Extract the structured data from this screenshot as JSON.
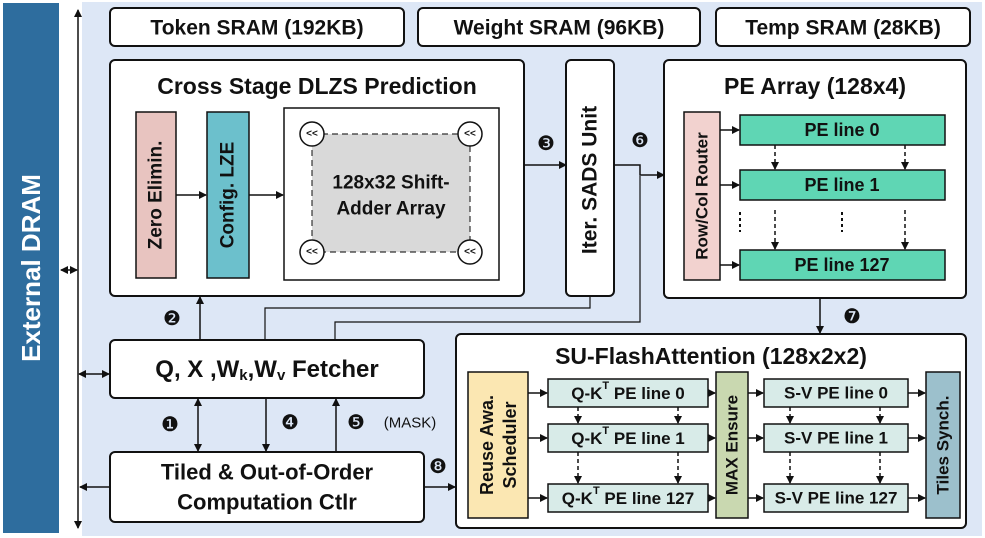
{
  "dram": {
    "label": "External DRAM"
  },
  "srams": {
    "token": "Token SRAM (192KB)",
    "weight": "Weight SRAM (96KB)",
    "temp": "Temp SRAM (28KB)"
  },
  "prediction": {
    "title": "Cross Stage DLZS Prediction",
    "zero_elim": "Zero Elimin.",
    "config_lze": "Config. LZE",
    "array_line1": "128x32 Shift-",
    "array_line2": "Adder Array",
    "shift_symbol": "<<"
  },
  "sads": {
    "label": "Iter. SADS Unit"
  },
  "pe_array": {
    "title": "PE Array (128x4)",
    "router": "Row/Col Router",
    "lines": [
      "PE line 0",
      "PE line 1",
      "PE line 127"
    ]
  },
  "fetcher": {
    "q": "Q, X ,W",
    "k_sub": "k",
    "sep": ",W",
    "v_sub": "v",
    "tail": " Fetcher"
  },
  "controller": {
    "line1": "Tiled & Out-of-Order",
    "line2": "Computation Ctlr"
  },
  "flash": {
    "title": "SU-FlashAttention (128x2x2)",
    "scheduler_line1": "Reuse Awa.",
    "scheduler_line2": "Scheduler",
    "qk_prefix": "Q-K",
    "qk_sup": "T",
    "qk_lines": [
      " PE line 0",
      " PE line 1",
      " PE line 127"
    ],
    "max_ensure": "MAX Ensure",
    "sv_lines": [
      "S-V PE line 0",
      "S-V PE line 1",
      "S-V PE line 127"
    ],
    "tiles_synch": "Tiles Synch."
  },
  "steps": {
    "s1": "❶",
    "s2": "❷",
    "s3": "❸",
    "s4": "❹",
    "s5": "❺",
    "s6": "❻",
    "s7": "❼",
    "s8": "❽",
    "mask": "(MASK)"
  },
  "colors": {
    "dram": "#2e6d9e",
    "panel": "#dde7f6",
    "zero_elim": "#e8c4c0",
    "config": "#6cc0cc",
    "shift_array": "#d9d9d9",
    "pe_line": "#5fd6b4",
    "router": "#f2d2cf",
    "scheduler": "#fbe7b2",
    "flash_pe": "#d8ebe8",
    "max_ensure": "#c9d8b0",
    "tiles_synch": "#9cc0cc"
  }
}
